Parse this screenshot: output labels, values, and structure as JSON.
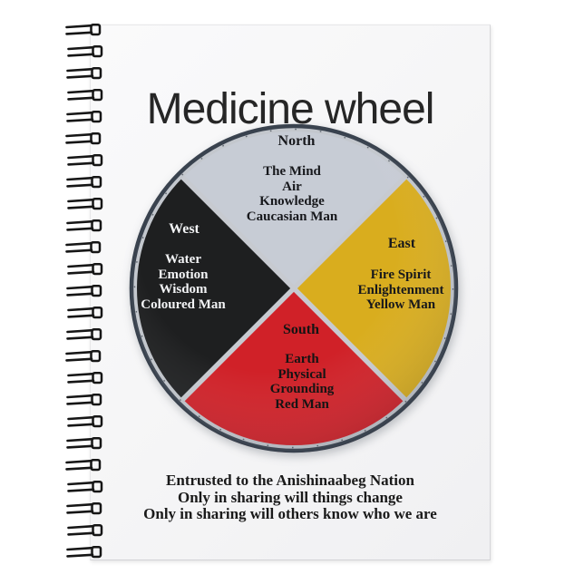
{
  "notebook": {
    "title": "Medicine wheel",
    "footer_lines": [
      "Entrusted to the Anishinaabeg Nation",
      "Only in sharing will things change",
      "Only in sharing will others know who we are"
    ]
  },
  "wheel": {
    "quadrants": [
      {
        "direction": "North",
        "lines": [
          "The Mind",
          "Air",
          "Knowledge",
          "Caucasian Man"
        ],
        "color": "#c7ccd5",
        "text_color": "#17181c"
      },
      {
        "direction": "East",
        "lines": [
          "Fire Spirit",
          "Enlightenment",
          "Yellow Man"
        ],
        "color": "#d9ad1e",
        "text_color": "#17181c"
      },
      {
        "direction": "South",
        "lines": [
          "Earth",
          "Physical",
          "Grounding",
          "Red Man"
        ],
        "color": "#d02128",
        "text_color": "#141414"
      },
      {
        "direction": "West",
        "lines": [
          "Water",
          "Emotion",
          "Wisdom",
          "Coloured Man"
        ],
        "color": "#1e1f20",
        "text_color": "#f2f3f5"
      }
    ],
    "rim_color": "#39424e",
    "ring_color": "#c3c7cd",
    "divider_color": "#c7cad0"
  }
}
